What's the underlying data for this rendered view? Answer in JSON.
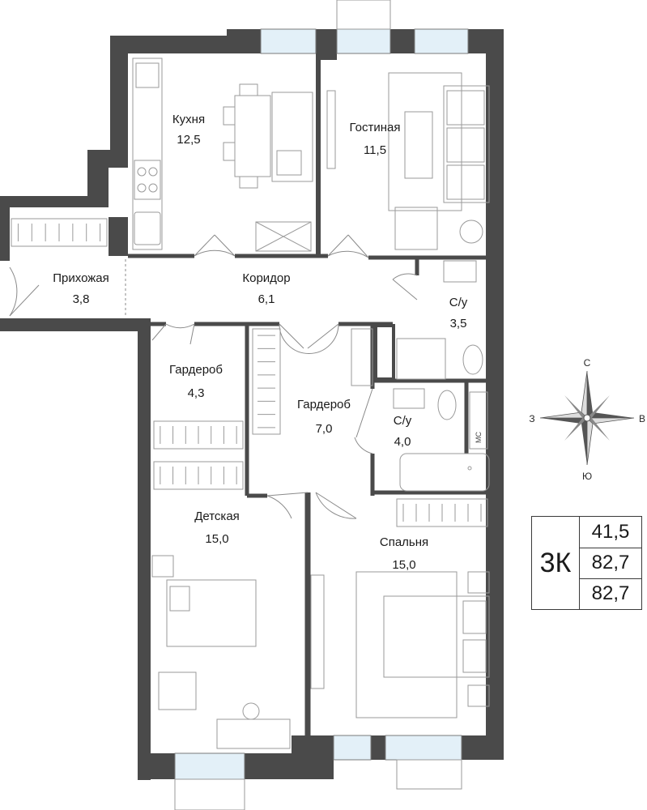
{
  "rooms": [
    {
      "name": "Кухня",
      "area": "12,5"
    },
    {
      "name": "Гостиная",
      "area": "11,5"
    },
    {
      "name": "Прихожая",
      "area": "3,8"
    },
    {
      "name": "Коридор",
      "area": "6,1"
    },
    {
      "name": "С/у",
      "area": "3,5"
    },
    {
      "name": "Гардероб",
      "area": "4,3"
    },
    {
      "name": "Гардероб",
      "area": "7,0"
    },
    {
      "name": "С/у",
      "area": "4,0"
    },
    {
      "name": "Детская",
      "area": "15,0"
    },
    {
      "name": "Спальня",
      "area": "15,0"
    }
  ],
  "mc_label": "МС",
  "compass": {
    "north": "С",
    "south": "Ю",
    "west": "З",
    "east": "В"
  },
  "summary": {
    "rooms_label": "3К",
    "areas": [
      "41,5",
      "82,7",
      "82,7"
    ]
  },
  "colors": {
    "wall": "#4a4a4a",
    "window": "#e3f0f8",
    "furniture": "#9a9a9a"
  }
}
